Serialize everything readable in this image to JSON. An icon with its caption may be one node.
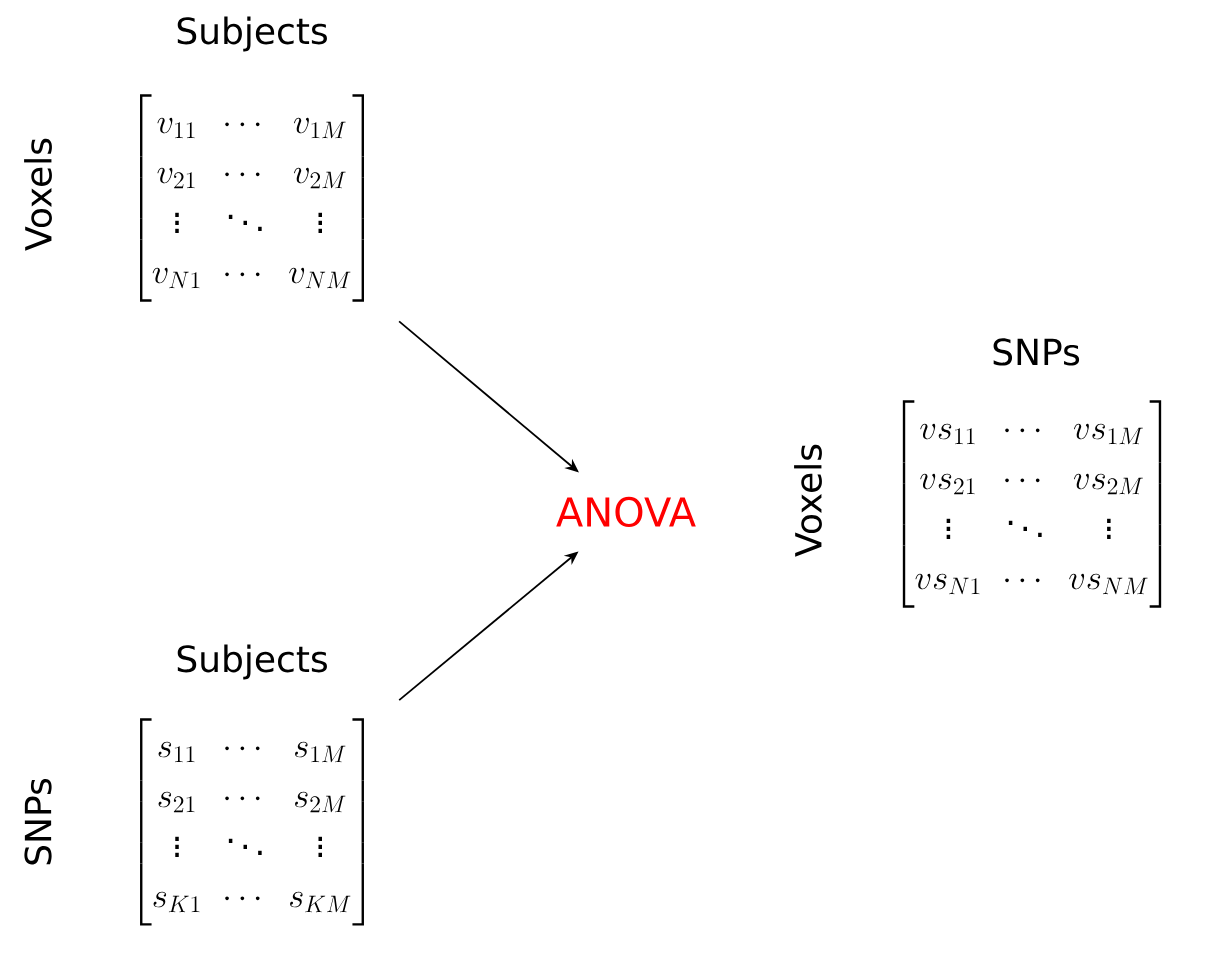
{
  "diagram": {
    "nodes": [
      {
        "text": [
          "Subjects",
          "Voxels",
          "\\begin{bmatrix} v_{11} & \\cdots & v_{1M} \\\\ v_{21} & \\cdots & v_{2M} \\\\ \\vdots & \\ddots & \\vdots \\\\ v_{N1} & \\cdots & v_{NM} \\end{bmatrix}"
        ]
      },
      {
        "text": [
          "Subjects",
          "SNPs",
          "\\begin{bmatrix} s_{11} & \\cdots & s_{1M} \\\\ s_{21} & \\cdots & s_{2M} \\\\ \\vdots & \\ddots & \\vdots \\\\ s_{K1} & \\cdots & s_{KM} \\end{bmatrix}"
        ]
      },
      {
        "text": [
          "ANOVA"
        ]
      },
      {
        "text": [
          "SNPs",
          "Voxels",
          "\\begin{bmatrix} vs_{11} & \\cdots & vs_{1M} \\\\ vs_{21} & \\cdots & vs_{2M} \\\\ \\vdots & \\ddots & \\vdots \\\\ vs_{N1} & \\cdots & vs_{NM} \\end{bmatrix}"
        ]
      }
    ],
    "edges": [
      {
        "from": 0,
        "to": 2,
        "arrow": "to"
      },
      {
        "from": 1,
        "to": 2,
        "arrow": "to"
      }
    ]
  }
}
